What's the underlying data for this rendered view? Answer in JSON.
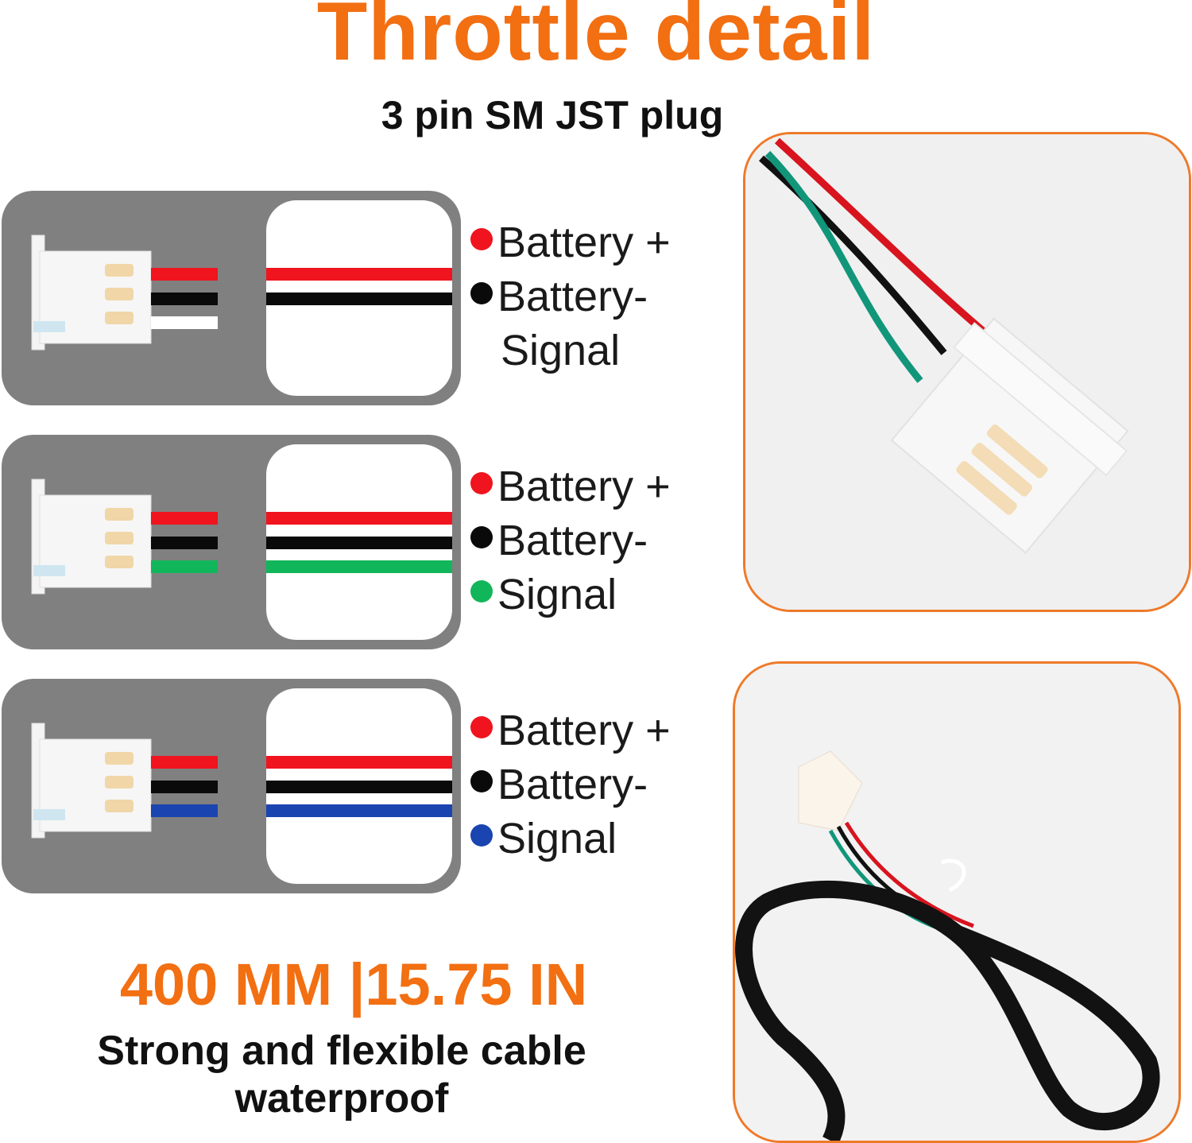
{
  "title": "Throttle detail",
  "subtitle": "3 pin SM JST plug",
  "colors": {
    "accent": "#f26f12",
    "panel": "#808080",
    "red": "#f0141e",
    "black": "#0a0a0a",
    "green": "#12b65a",
    "blue": "#1a44b0",
    "white": "#ffffff"
  },
  "wiring_variants": [
    {
      "wires": [
        "red",
        "black",
        "white"
      ],
      "legend": [
        {
          "label": "Battery +",
          "dot": "red"
        },
        {
          "label": "Battery-",
          "dot": "black"
        },
        {
          "label": "Signal",
          "dot": "none"
        }
      ]
    },
    {
      "wires": [
        "red",
        "black",
        "green"
      ],
      "legend": [
        {
          "label": "Battery +",
          "dot": "red"
        },
        {
          "label": "Battery-",
          "dot": "black"
        },
        {
          "label": "Signal",
          "dot": "green"
        }
      ]
    },
    {
      "wires": [
        "red",
        "black",
        "blue"
      ],
      "legend": [
        {
          "label": "Battery +",
          "dot": "red"
        },
        {
          "label": "Battery-",
          "dot": "black"
        },
        {
          "label": "Signal",
          "dot": "blue"
        }
      ]
    }
  ],
  "length": "400 MM |15.75 IN",
  "feature_line1": "Strong and flexible cable",
  "feature_line2": "waterproof"
}
